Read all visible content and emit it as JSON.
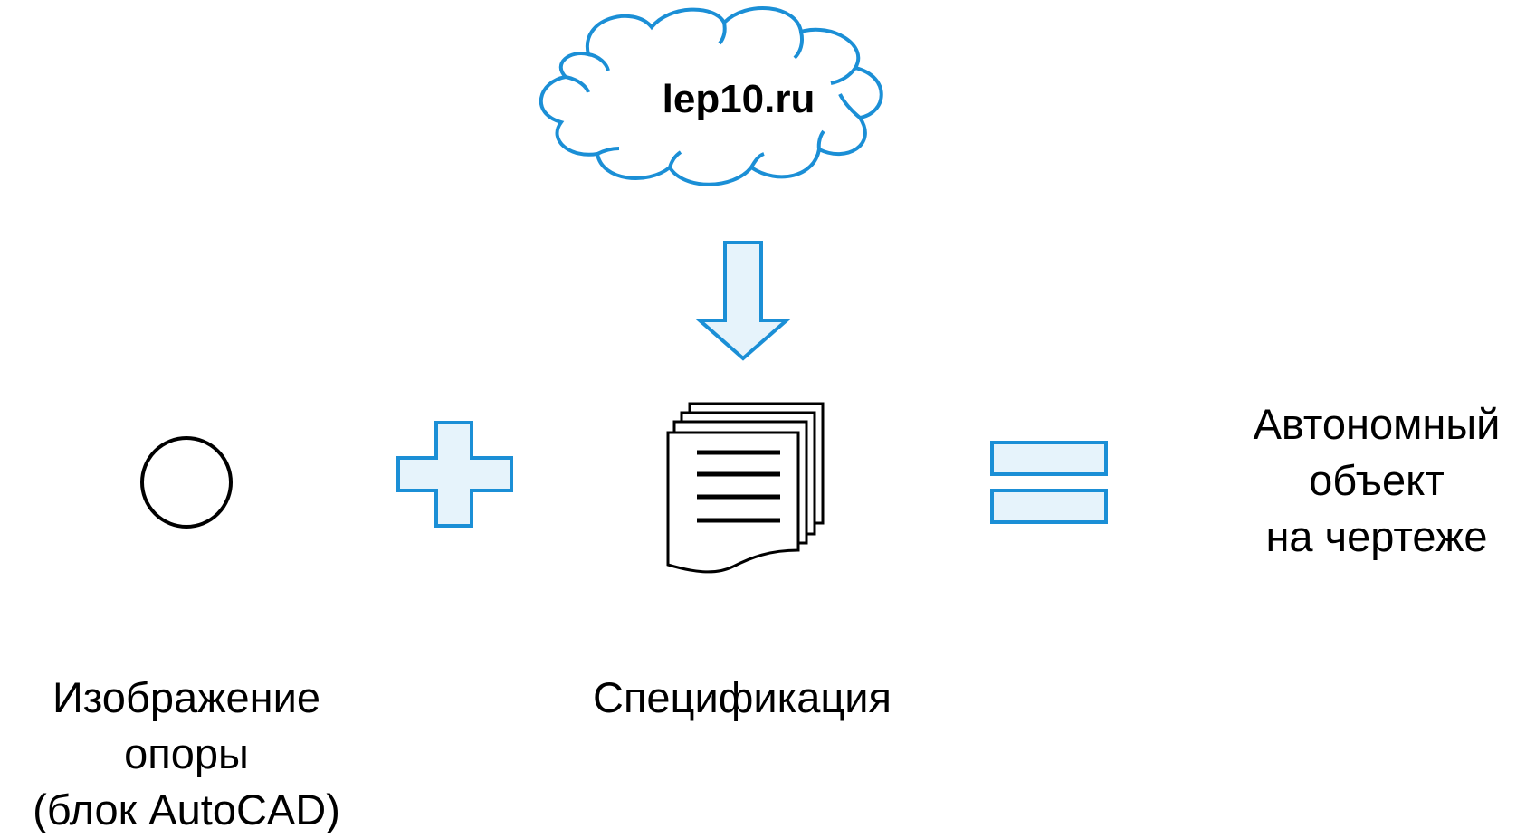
{
  "cloud": {
    "text": "lep10.ru"
  },
  "labels": {
    "support_image": [
      "Изображение",
      "опоры",
      "(блок AutoCAD)"
    ],
    "specification": "Спецификация",
    "result": [
      "Автономный",
      "объект",
      "на чертеже"
    ]
  },
  "colors": {
    "accent_stroke": "#1b8fd6",
    "accent_fill": "#e6f3fb",
    "ink": "#000000"
  },
  "icons": {
    "source": "cloud-icon",
    "flow": "arrow-down-icon",
    "element": "circle-icon",
    "operator_add": "plus-icon",
    "document": "document-stack-icon",
    "operator_equals": "equals-icon"
  }
}
